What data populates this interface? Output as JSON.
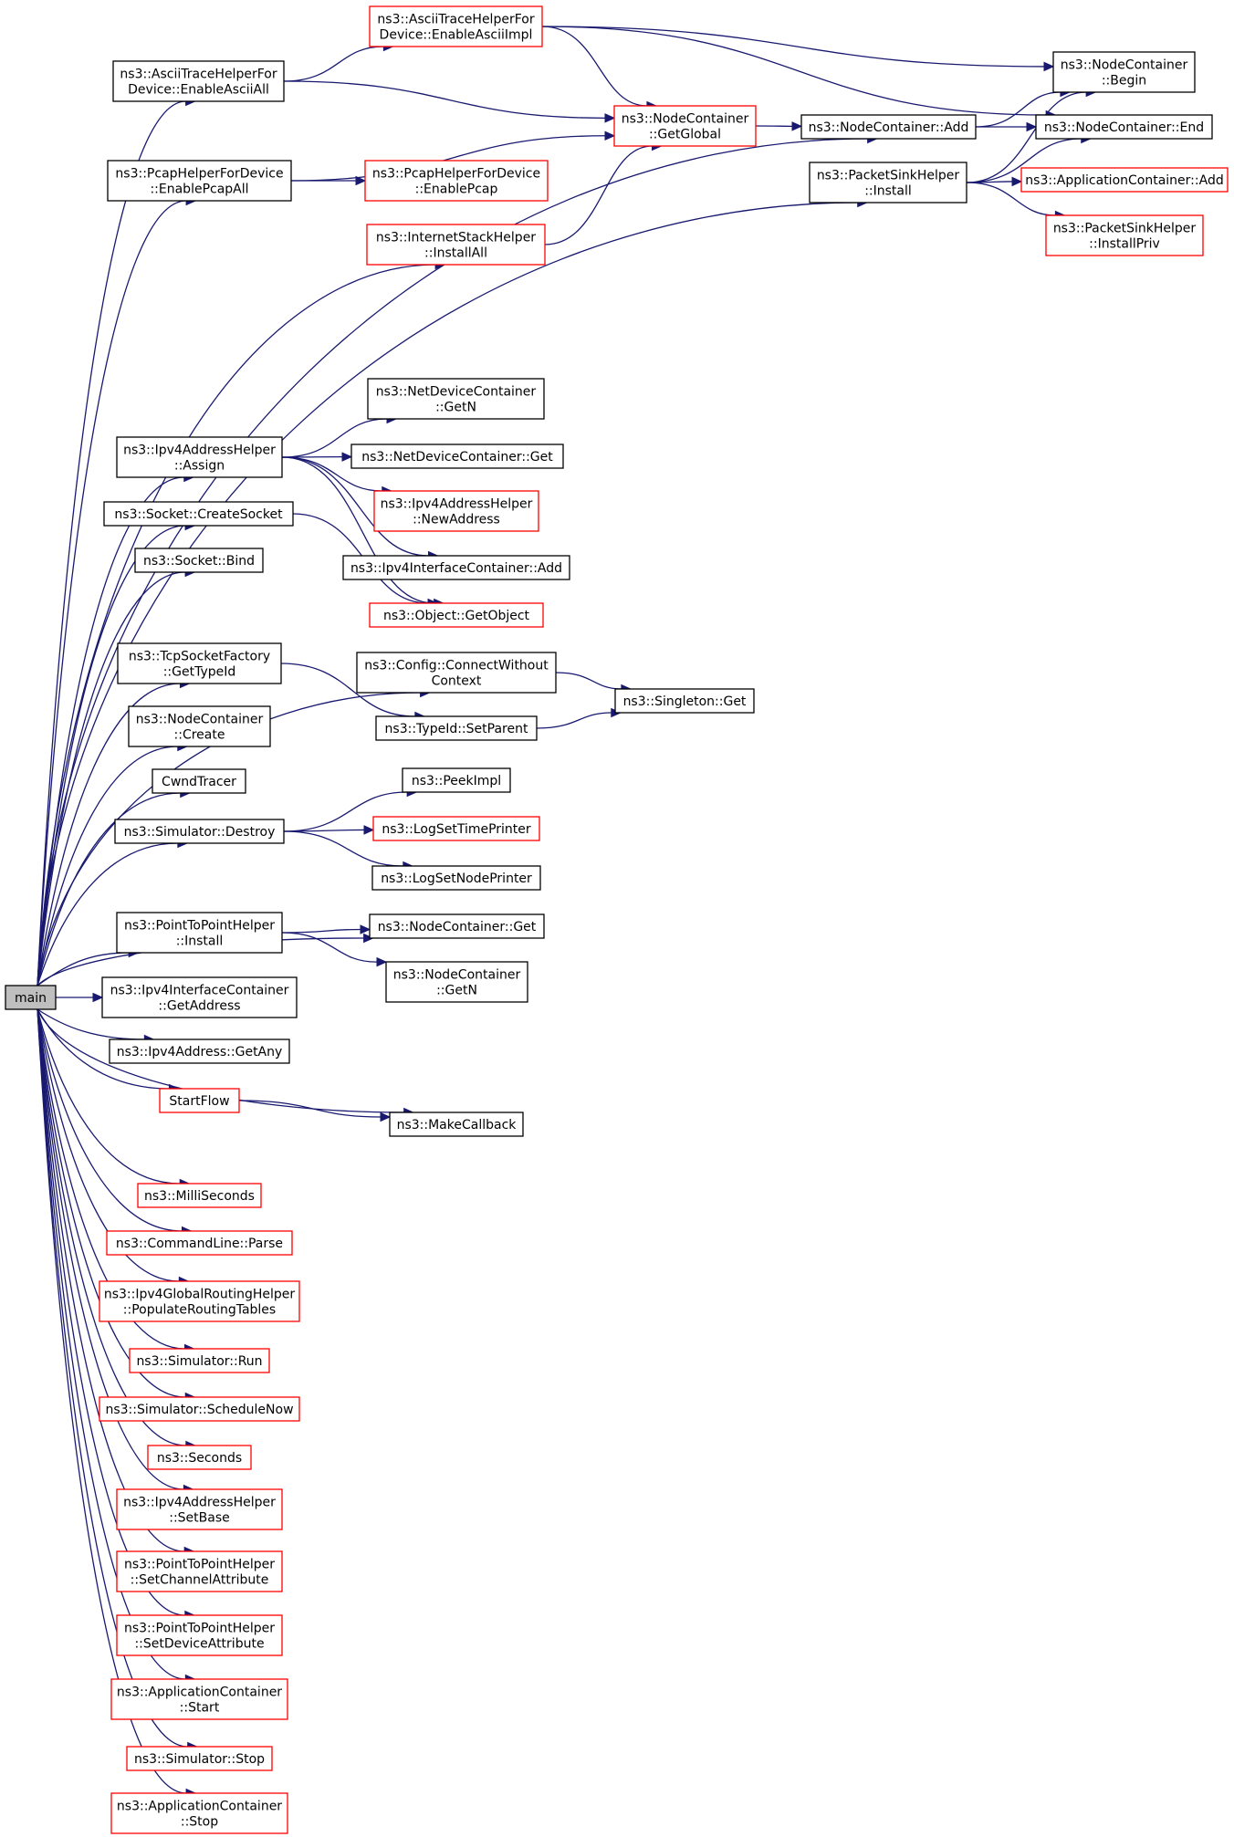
{
  "nodes": [
    {
      "id": "main",
      "lines": [
        "main"
      ],
      "root": true
    },
    {
      "id": "asciiAll",
      "lines": [
        "ns3::AsciiTraceHelperFor",
        "Device::EnableAsciiAll"
      ]
    },
    {
      "id": "asciiImpl",
      "lines": [
        "ns3::AsciiTraceHelperFor",
        "Device::EnableAsciiImpl"
      ],
      "red": true
    },
    {
      "id": "ncBegin",
      "lines": [
        "ns3::NodeContainer",
        "::Begin"
      ]
    },
    {
      "id": "ncGlobal",
      "lines": [
        "ns3::NodeContainer",
        "::GetGlobal"
      ],
      "red": true
    },
    {
      "id": "ncAdd",
      "lines": [
        "ns3::NodeContainer::Add"
      ]
    },
    {
      "id": "ncEnd",
      "lines": [
        "ns3::NodeContainer::End"
      ]
    },
    {
      "id": "pcapAll",
      "lines": [
        "ns3::PcapHelperForDevice",
        "::EnablePcapAll"
      ]
    },
    {
      "id": "pcap",
      "lines": [
        "ns3::PcapHelperForDevice",
        "::EnablePcap"
      ],
      "red": true
    },
    {
      "id": "inetAll",
      "lines": [
        "ns3::InternetStackHelper",
        "::InstallAll"
      ],
      "red": true
    },
    {
      "id": "sinkInstall",
      "lines": [
        "ns3::PacketSinkHelper",
        "::Install"
      ]
    },
    {
      "id": "appAdd",
      "lines": [
        "ns3::ApplicationContainer::Add"
      ],
      "red": true
    },
    {
      "id": "sinkPriv",
      "lines": [
        "ns3::PacketSinkHelper",
        "::InstallPriv"
      ],
      "red": true
    },
    {
      "id": "ndcGetN",
      "lines": [
        "ns3::NetDeviceContainer",
        "::GetN"
      ]
    },
    {
      "id": "ipv4Assign",
      "lines": [
        "ns3::Ipv4AddressHelper",
        "::Assign"
      ]
    },
    {
      "id": "ndcGet",
      "lines": [
        "ns3::NetDeviceContainer::Get"
      ]
    },
    {
      "id": "newAddr",
      "lines": [
        "ns3::Ipv4AddressHelper",
        "::NewAddress"
      ],
      "red": true
    },
    {
      "id": "createSocket",
      "lines": [
        "ns3::Socket::CreateSocket"
      ]
    },
    {
      "id": "iicAdd",
      "lines": [
        "ns3::Ipv4InterfaceContainer::Add"
      ]
    },
    {
      "id": "bind",
      "lines": [
        "ns3::Socket::Bind"
      ]
    },
    {
      "id": "getObject",
      "lines": [
        "ns3::Object::GetObject"
      ],
      "red": true
    },
    {
      "id": "tcpTypeId",
      "lines": [
        "ns3::TcpSocketFactory",
        "::GetTypeId"
      ]
    },
    {
      "id": "cfgConnect",
      "lines": [
        "ns3::Config::ConnectWithout",
        "Context"
      ]
    },
    {
      "id": "singleton",
      "lines": [
        "ns3::Singleton::Get"
      ]
    },
    {
      "id": "setParent",
      "lines": [
        "ns3::TypeId::SetParent"
      ]
    },
    {
      "id": "ncCreate",
      "lines": [
        "ns3::NodeContainer",
        "::Create"
      ]
    },
    {
      "id": "peekImpl",
      "lines": [
        "ns3::PeekImpl"
      ]
    },
    {
      "id": "cwnd",
      "lines": [
        "CwndTracer"
      ]
    },
    {
      "id": "simDestroy",
      "lines": [
        "ns3::Simulator::Destroy"
      ]
    },
    {
      "id": "logTime",
      "lines": [
        "ns3::LogSetTimePrinter"
      ],
      "red": true
    },
    {
      "id": "logNode",
      "lines": [
        "ns3::LogSetNodePrinter"
      ]
    },
    {
      "id": "p2pInstall",
      "lines": [
        "ns3::PointToPointHelper",
        "::Install"
      ]
    },
    {
      "id": "ncGet",
      "lines": [
        "ns3::NodeContainer::Get"
      ]
    },
    {
      "id": "ncGetN",
      "lines": [
        "ns3::NodeContainer",
        "::GetN"
      ]
    },
    {
      "id": "iicGetAddr",
      "lines": [
        "ns3::Ipv4InterfaceContainer",
        "::GetAddress"
      ]
    },
    {
      "id": "getAny",
      "lines": [
        "ns3::Ipv4Address::GetAny"
      ]
    },
    {
      "id": "startFlow",
      "lines": [
        "StartFlow"
      ],
      "red": true
    },
    {
      "id": "makeCallback",
      "lines": [
        "ns3::MakeCallback"
      ]
    },
    {
      "id": "milli",
      "lines": [
        "ns3::MilliSeconds"
      ],
      "red": true
    },
    {
      "id": "cmdParse",
      "lines": [
        "ns3::CommandLine::Parse"
      ],
      "red": true
    },
    {
      "id": "populate",
      "lines": [
        "ns3::Ipv4GlobalRoutingHelper",
        "::PopulateRoutingTables"
      ],
      "red": true
    },
    {
      "id": "simRun",
      "lines": [
        "ns3::Simulator::Run"
      ],
      "red": true
    },
    {
      "id": "schedNow",
      "lines": [
        "ns3::Simulator::ScheduleNow"
      ],
      "red": true
    },
    {
      "id": "seconds",
      "lines": [
        "ns3::Seconds"
      ],
      "red": true
    },
    {
      "id": "setBase",
      "lines": [
        "ns3::Ipv4AddressHelper",
        "::SetBase"
      ],
      "red": true
    },
    {
      "id": "setChan",
      "lines": [
        "ns3::PointToPointHelper",
        "::SetChannelAttribute"
      ],
      "red": true
    },
    {
      "id": "setDev",
      "lines": [
        "ns3::PointToPointHelper",
        "::SetDeviceAttribute"
      ],
      "red": true
    },
    {
      "id": "appStart",
      "lines": [
        "ns3::ApplicationContainer",
        "::Start"
      ],
      "red": true
    },
    {
      "id": "simStop",
      "lines": [
        "ns3::Simulator::Stop"
      ],
      "red": true
    },
    {
      "id": "appStop",
      "lines": [
        "ns3::ApplicationContainer",
        "::Stop"
      ],
      "red": true
    }
  ],
  "edges": [
    [
      "main",
      "asciiAll"
    ],
    [
      "main",
      "pcapAll"
    ],
    [
      "main",
      "inetAll"
    ],
    [
      "main",
      "ncAdd"
    ],
    [
      "main",
      "sinkInstall"
    ],
    [
      "main",
      "ipv4Assign"
    ],
    [
      "main",
      "createSocket"
    ],
    [
      "main",
      "bind"
    ],
    [
      "main",
      "cfgConnect"
    ],
    [
      "main",
      "tcpTypeId"
    ],
    [
      "main",
      "ncCreate"
    ],
    [
      "main",
      "cwnd"
    ],
    [
      "main",
      "simDestroy"
    ],
    [
      "main",
      "ncGet"
    ],
    [
      "main",
      "p2pInstall"
    ],
    [
      "main",
      "iicGetAddr"
    ],
    [
      "main",
      "getAny"
    ],
    [
      "main",
      "startFlow"
    ],
    [
      "main",
      "makeCallback"
    ],
    [
      "main",
      "milli"
    ],
    [
      "main",
      "cmdParse"
    ],
    [
      "main",
      "populate"
    ],
    [
      "main",
      "simRun"
    ],
    [
      "main",
      "schedNow"
    ],
    [
      "main",
      "seconds"
    ],
    [
      "main",
      "setBase"
    ],
    [
      "main",
      "setChan"
    ],
    [
      "main",
      "setDev"
    ],
    [
      "main",
      "appStart"
    ],
    [
      "main",
      "simStop"
    ],
    [
      "main",
      "appStop"
    ],
    [
      "asciiAll",
      "asciiImpl"
    ],
    [
      "asciiAll",
      "ncGlobal"
    ],
    [
      "asciiImpl",
      "ncBegin"
    ],
    [
      "asciiImpl",
      "ncGlobal"
    ],
    [
      "asciiImpl",
      "ncEnd"
    ],
    [
      "pcapAll",
      "ncGlobal"
    ],
    [
      "pcapAll",
      "pcap"
    ],
    [
      "inetAll",
      "ncGlobal"
    ],
    [
      "ncGlobal",
      "ncAdd"
    ],
    [
      "ncAdd",
      "ncBegin"
    ],
    [
      "ncAdd",
      "ncEnd"
    ],
    [
      "sinkInstall",
      "ncBegin"
    ],
    [
      "sinkInstall",
      "ncEnd"
    ],
    [
      "sinkInstall",
      "appAdd"
    ],
    [
      "sinkInstall",
      "sinkPriv"
    ],
    [
      "ipv4Assign",
      "ndcGetN"
    ],
    [
      "ipv4Assign",
      "ndcGet"
    ],
    [
      "ipv4Assign",
      "newAddr"
    ],
    [
      "ipv4Assign",
      "iicAdd"
    ],
    [
      "ipv4Assign",
      "getObject"
    ],
    [
      "createSocket",
      "getObject"
    ],
    [
      "tcpTypeId",
      "setParent"
    ],
    [
      "cfgConnect",
      "singleton"
    ],
    [
      "setParent",
      "singleton"
    ],
    [
      "simDestroy",
      "peekImpl"
    ],
    [
      "simDestroy",
      "logTime"
    ],
    [
      "simDestroy",
      "logNode"
    ],
    [
      "p2pInstall",
      "ncGet"
    ],
    [
      "p2pInstall",
      "ncGetN"
    ],
    [
      "startFlow",
      "makeCallback"
    ]
  ]
}
